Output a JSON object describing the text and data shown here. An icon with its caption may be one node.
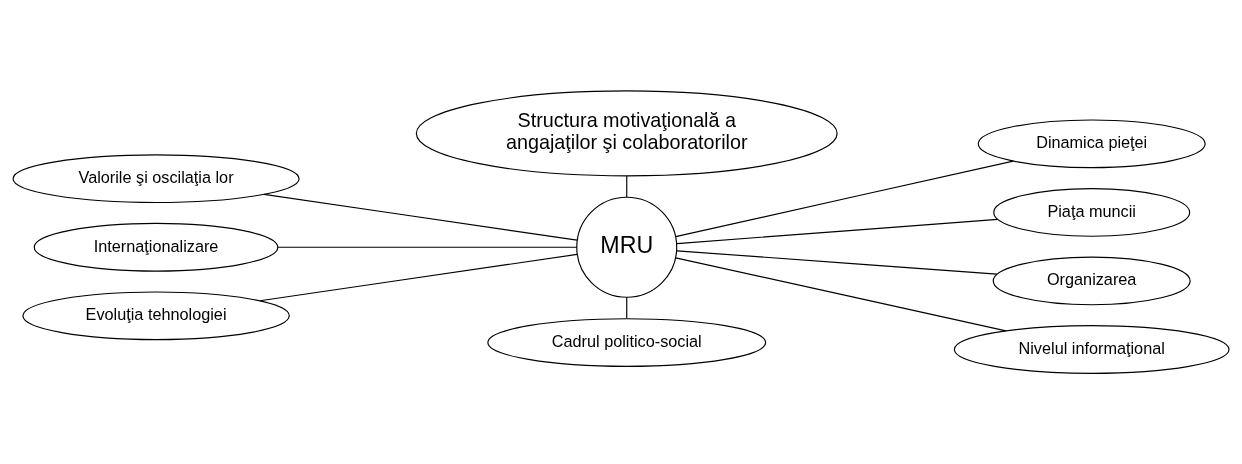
{
  "diagram": {
    "nodes": [
      {
        "text": [
          "Structura motivaţională a angajaţilor şi colaboratorilor"
        ]
      },
      {
        "text": [
          "Valorile şi oscilaţia lor"
        ]
      },
      {
        "text": [
          "Dinamica pieţei"
        ]
      },
      {
        "text": [
          "Internaţionalizare"
        ]
      },
      {
        "text": [
          "Piaţa muncii"
        ]
      },
      {
        "text": [
          "MRU"
        ]
      },
      {
        "text": [
          "Evoluţia tehnologiei"
        ]
      },
      {
        "text": [
          "Organizarea"
        ]
      },
      {
        "text": [
          "Nivelul informaţional"
        ]
      },
      {
        "text": [
          "Cadrul politico-social"
        ]
      }
    ],
    "edges": [
      {
        "from": 5,
        "to": 0,
        "arrow": "none"
      },
      {
        "from": 5,
        "to": 1,
        "arrow": "none"
      },
      {
        "from": 5,
        "to": 2,
        "arrow": "none"
      },
      {
        "from": 5,
        "to": 3,
        "arrow": "none"
      },
      {
        "from": 5,
        "to": 4,
        "arrow": "none"
      },
      {
        "from": 5,
        "to": 6,
        "arrow": "none"
      },
      {
        "from": 5,
        "to": 7,
        "arrow": "none"
      },
      {
        "from": 5,
        "to": 8,
        "arrow": "none"
      },
      {
        "from": 5,
        "to": 9,
        "arrow": "none"
      }
    ]
  }
}
